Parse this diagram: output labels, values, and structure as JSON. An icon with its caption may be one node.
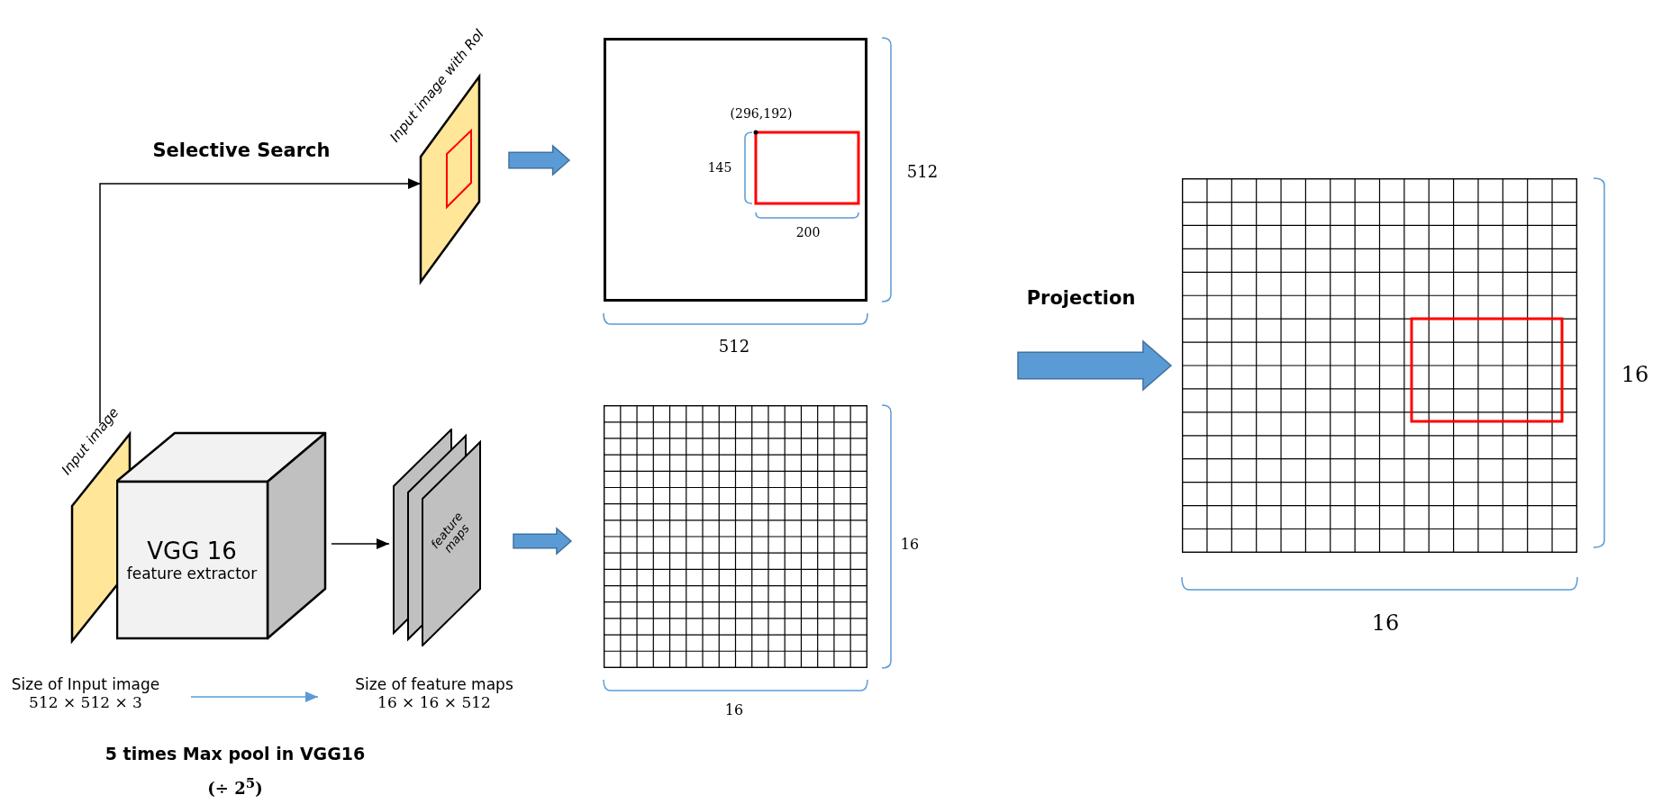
{
  "diagram": {
    "nodes": [
      {
        "text": [
          "Input image"
        ]
      },
      {
        "text": [
          "VGG 16",
          "feature extractor"
        ]
      },
      {
        "text": [
          "feature maps"
        ]
      },
      {
        "text": [
          "Input image with RoI"
        ]
      },
      {
        "text": [],
        "shape": "box"
      },
      {
        "text": [],
        "shape": "box"
      },
      {
        "text": [],
        "shape": "box"
      },
      {
        "text": [
          "Size of Input image",
          "512 × 512 × 3"
        ]
      },
      {
        "text": [
          "Size of feature maps",
          "16 × 16 × 512"
        ]
      }
    ],
    "edges": [
      {
        "from": 0,
        "to": 3,
        "arrow": "to",
        "label": "Selective Search"
      },
      {
        "from": 1,
        "to": 2,
        "arrow": "to"
      },
      {
        "from": 3,
        "to": 4,
        "arrow": "to",
        "style": "thick",
        "color": "#5b9bd5"
      },
      {
        "from": 2,
        "to": 5,
        "arrow": "to",
        "style": "thick",
        "color": "#5b9bd5"
      },
      {
        "from": null,
        "to": 6,
        "arrow": "to",
        "style": "thick",
        "color": "#5b9bd5",
        "label": "Projection"
      },
      {
        "from": 7,
        "to": 8,
        "arrow": "to",
        "color": "#5b9bd5"
      }
    ],
    "labels": [
      "(296,192)",
      "145",
      "512",
      "200",
      "512",
      "16",
      "16",
      "16",
      "16",
      "5 times Max pool in VGG16",
      "(÷ 2$^{5}$)"
    ]
  }
}
